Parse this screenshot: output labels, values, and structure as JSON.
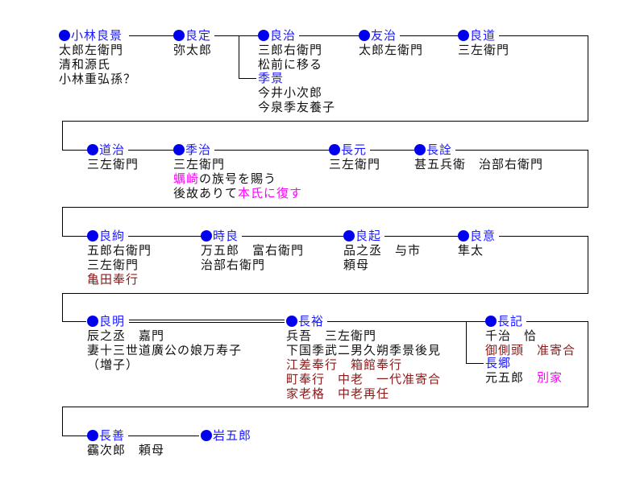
{
  "colors": {
    "name": "#1a1aff",
    "dot": "#0000ee",
    "office": "#8b1a1a",
    "highlight": "#ff00ff",
    "text": "#111111"
  },
  "rows": [
    {
      "people": [
        {
          "name": "小林良景",
          "details": [
            [
              {
                "t": "太郎左衛門"
              }
            ],
            [
              {
                "t": "清和源氏"
              }
            ],
            [
              {
                "t": "小林重弘孫？"
              }
            ]
          ]
        },
        {
          "name": "良定",
          "details": [
            [
              {
                "t": "弥太郎"
              }
            ]
          ]
        },
        {
          "name": "良治",
          "details": [
            [
              {
                "t": "三郎右衛門"
              }
            ],
            [
              {
                "t": "松前に移る"
              }
            ]
          ]
        },
        {
          "name": "友治",
          "details": [
            [
              {
                "t": "太郎左衛門"
              }
            ]
          ]
        },
        {
          "name": "良道",
          "details": [
            [
              {
                "t": "三左衛門"
              }
            ]
          ]
        }
      ],
      "branch": {
        "name": "季景",
        "nodot": true,
        "details": [
          [
            {
              "t": "今井小次郎"
            }
          ],
          [
            {
              "t": "今泉季友養子"
            }
          ]
        ]
      }
    },
    {
      "people": [
        {
          "name": "道治",
          "details": [
            [
              {
                "t": "三左衛門"
              }
            ]
          ]
        },
        {
          "name": "季治",
          "details": [
            [
              {
                "t": "三左衛門"
              }
            ],
            [
              {
                "t": "蠣崎",
                "c": "highlight"
              },
              {
                "t": "の族号を賜う"
              }
            ],
            [
              {
                "t": "後故ありて"
              },
              {
                "t": "本氏に復す",
                "c": "highlight"
              }
            ]
          ]
        },
        {
          "name": "長元",
          "details": [
            [
              {
                "t": "三左衛門"
              }
            ]
          ]
        },
        {
          "name": "長詮",
          "details": [
            [
              {
                "t": "甚五兵衛　治部右衛門"
              }
            ]
          ]
        }
      ]
    },
    {
      "people": [
        {
          "name": "良絇",
          "details": [
            [
              {
                "t": "五郎右衛門"
              }
            ],
            [
              {
                "t": "三左衛門"
              }
            ],
            [
              {
                "t": "亀田奉行",
                "c": "office"
              }
            ]
          ]
        },
        {
          "name": "時良",
          "details": [
            [
              {
                "t": "万五郎　富右衛門"
              }
            ],
            [
              {
                "t": "治部右衛門"
              }
            ]
          ]
        },
        {
          "name": "良起",
          "details": [
            [
              {
                "t": "品之丞　与市"
              }
            ],
            [
              {
                "t": "頼母"
              }
            ]
          ]
        },
        {
          "name": "良意",
          "details": [
            [
              {
                "t": "隼太"
              }
            ]
          ]
        }
      ]
    },
    {
      "people": [
        {
          "name": "良明",
          "details": [
            [
              {
                "t": "辰之丞　嘉門"
              }
            ],
            [
              {
                "t": "妻十三世道廣公の娘万寿子"
              }
            ],
            [
              {
                "t": "（増子）"
              }
            ]
          ]
        },
        {
          "name": "長裕",
          "details": [
            [
              {
                "t": "兵吾　三左衛門"
              }
            ],
            [
              {
                "t": "下国季武二男久朔季景後見"
              }
            ],
            [
              {
                "t": "江差奉行　箱館奉行",
                "c": "office"
              }
            ],
            [
              {
                "t": "町奉行　中老　一代准寄合",
                "c": "office"
              }
            ],
            [
              {
                "t": "家老格　中老再任",
                "c": "office"
              }
            ]
          ]
        },
        {
          "name": "長記",
          "details": [
            [
              {
                "t": "千治　恰"
              }
            ],
            [
              {
                "t": "御側頭　准寄合",
                "c": "office"
              }
            ]
          ]
        }
      ],
      "branch": {
        "name": "長郷",
        "nodot": true,
        "details": [
          [
            {
              "t": "元五郎　"
            },
            {
              "t": "別家",
              "c": "highlight"
            }
          ]
        ]
      }
    },
    {
      "people": [
        {
          "name": "長善",
          "details": [
            [
              {
                "t": "靍次郎　頼母"
              }
            ]
          ]
        },
        {
          "name": "岩五郎",
          "details": []
        }
      ]
    }
  ]
}
